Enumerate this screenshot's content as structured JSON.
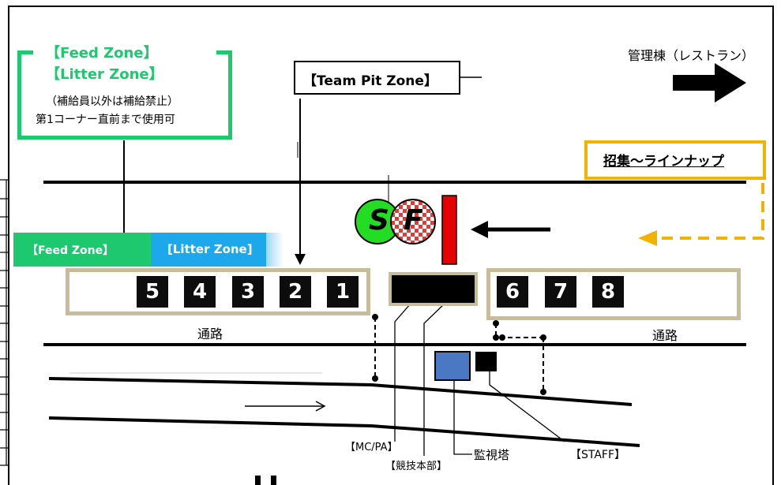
{
  "feed_panel": {
    "title1": "【Feed Zone】",
    "title2": "【Litter  Zone】",
    "note1": "（補給員以外は補給禁止）",
    "note2": "第1コーナー直前まで使用可"
  },
  "team_pit_label": "【Team Pit Zone】",
  "building_label": "管理棟（レストラン）",
  "lineup_label": "招集～ラインナップ",
  "zone_bar": {
    "feed": "【Feed Zone】",
    "litter": "[Litter Zone]"
  },
  "pits_left": [
    "5",
    "4",
    "3",
    "2",
    "1"
  ],
  "pits_right": [
    "6",
    "7",
    "8"
  ],
  "walkway_left": "通路",
  "walkway_right": "通路",
  "start_finish": {
    "s": "S",
    "f": "F"
  },
  "bottom_labels": {
    "mcpa": "【MC/PA】",
    "hq": "【競技本部】",
    "tower": "監視塔",
    "staff": "【STAFF】"
  },
  "colors": {
    "green": "#1ec86e",
    "blue": "#1ea8ec",
    "tan": "#c8bd9b",
    "gold": "#f2b300",
    "red": "#e60000",
    "tower_blue": "#4a78c2",
    "lime": "#22dd22"
  }
}
